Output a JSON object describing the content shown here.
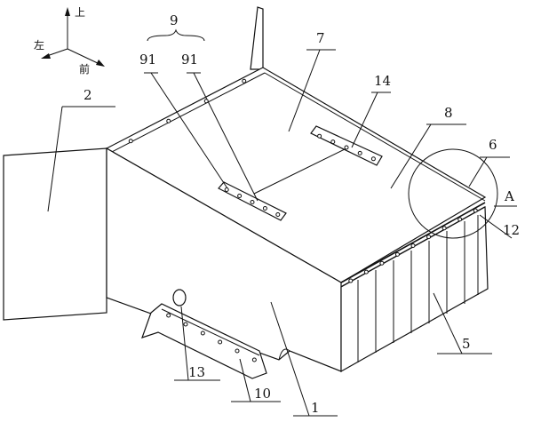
{
  "axes": {
    "up": "上",
    "left": "左",
    "front": "前"
  },
  "labels": {
    "l9": "9",
    "l91a": "91",
    "l91b": "91",
    "l2": "2",
    "l7": "7",
    "l14": "14",
    "l8": "8",
    "l6": "6",
    "lA": "A",
    "l12": "12",
    "l5": "5",
    "l13": "13",
    "l10": "10",
    "l1": "1"
  }
}
